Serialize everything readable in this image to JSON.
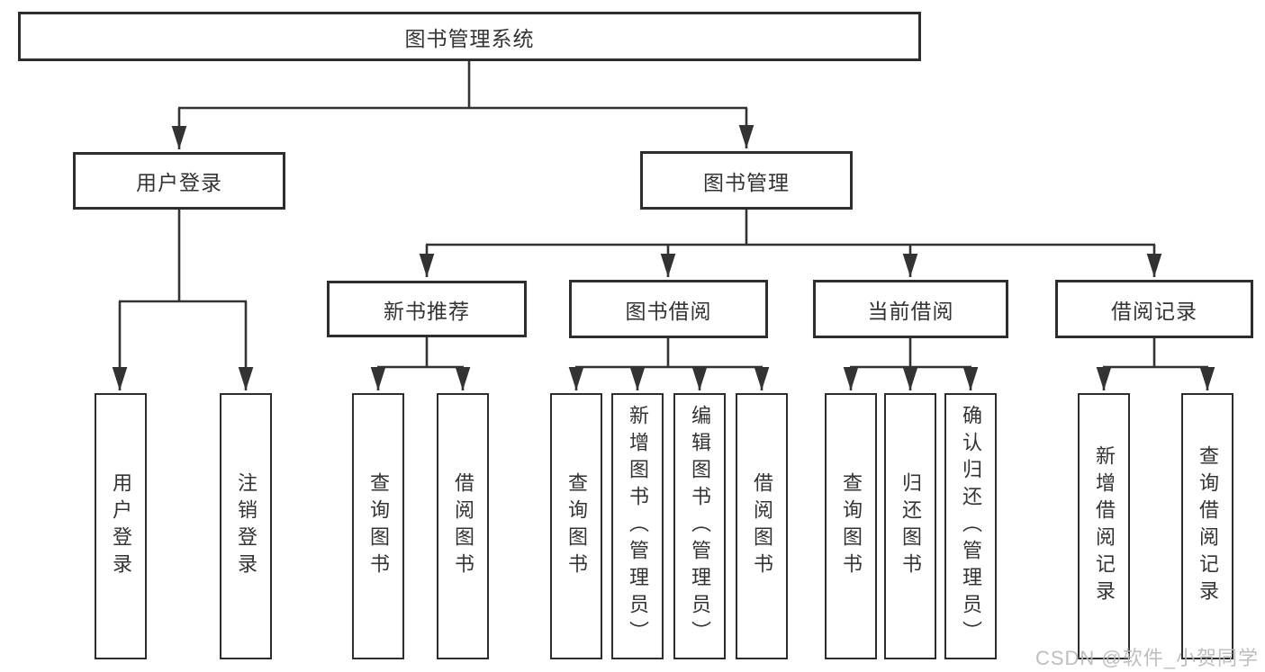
{
  "diagram": {
    "title": "图书管理系统",
    "nodes": {
      "root": {
        "label": "图书管理系统"
      },
      "user_login": {
        "label": "用户登录"
      },
      "book_mgmt": {
        "label": "图书管理"
      },
      "new_book": {
        "label": "新书推荐"
      },
      "book_borrow": {
        "label": "图书借阅"
      },
      "current_borrow": {
        "label": "当前借阅"
      },
      "borrow_records": {
        "label": "借阅记录"
      },
      "leaves": {
        "user_login": [
          "用户登录",
          "注销登录"
        ],
        "new_book": [
          "查询图书",
          "借阅图书"
        ],
        "book_borrow": [
          "查询图书",
          "新增图书（管理员）",
          "编辑图书（管理员）",
          "借阅图书"
        ],
        "current_borrow": [
          "查询图书",
          "归还图书",
          "确认归还（管理员）"
        ],
        "borrow_records": [
          "新增借阅记录",
          "查询借阅记录"
        ]
      }
    },
    "colors": {
      "box_border": "#2d2d2d",
      "line": "#333333",
      "text": "#333333",
      "background": "#ffffff",
      "watermark": "#b9b9b9"
    }
  },
  "watermark": {
    "text": "CSDN @软件_小贺同学"
  }
}
